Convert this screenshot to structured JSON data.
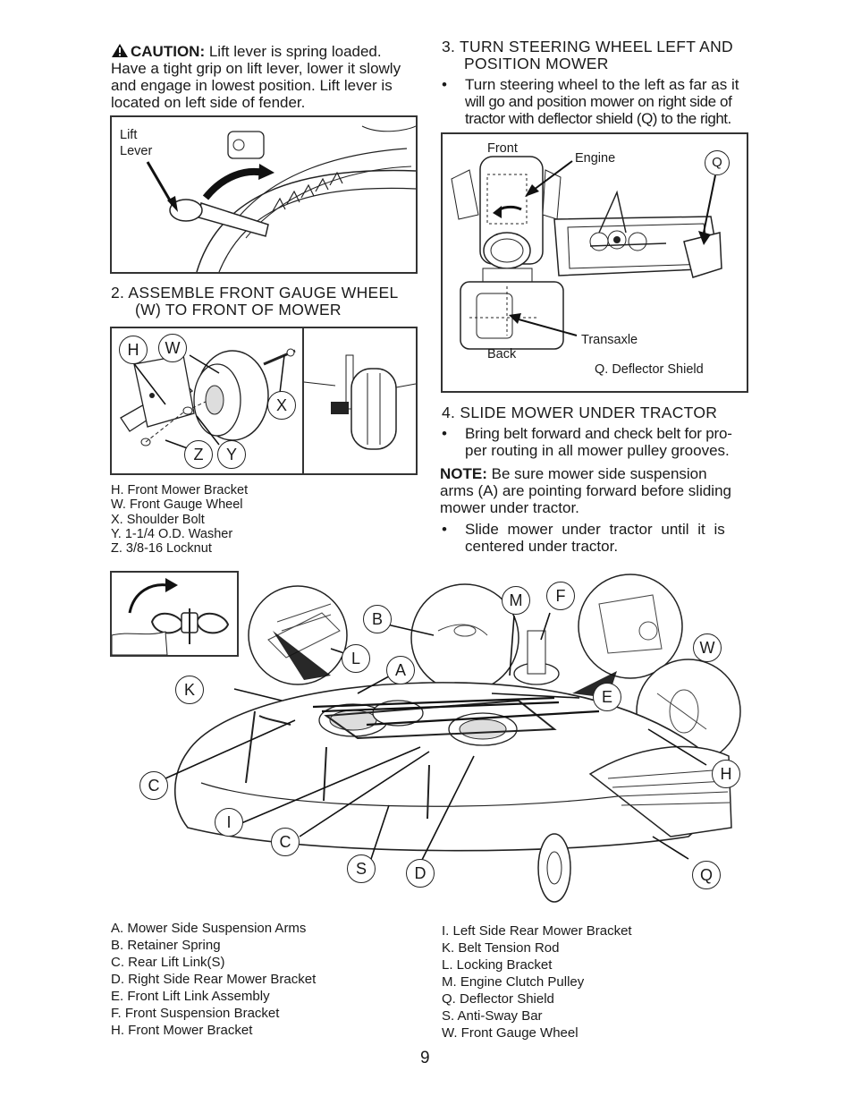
{
  "caution": {
    "label": "CAUTION:",
    "text_1": "Lift lever is spring loaded.",
    "text_2": "Have a tight grip on lift lever, lower it slowly",
    "text_3": "and engage in lowest position. Lift lever is",
    "text_4": "located on left side of fender."
  },
  "fig_lift": {
    "label_1": "Lift",
    "label_2": "Lever"
  },
  "step2": {
    "title_1": "2. ASSEMBLE FRONT GAUGE WHEEL",
    "title_2": "(W) TO FRONT OF MOWER"
  },
  "fig_gauge": {
    "callout_h": "H",
    "callout_w": "W",
    "callout_x": "X",
    "callout_z": "Z",
    "callout_y": "Y"
  },
  "gauge_parts": [
    "H. Front Mower Bracket",
    "W. Front Gauge Wheel",
    "X. Shoulder Bolt",
    "Y. 1-1/4 O.D. Washer",
    "Z. 3/8-16 Locknut"
  ],
  "step3": {
    "title_1": "3. TURN STEERING WHEEL LEFT AND",
    "title_2": "POSITION MOWER",
    "bullet_1": "Turn steering wheel to the left as far as it",
    "bullet_2": "will go and position mower on right side of",
    "bullet_3": "tractor with deflector shield (Q) to the right."
  },
  "fig_tractor": {
    "front": "Front",
    "engine": "Engine",
    "callout_q": "Q",
    "transaxle": "Transaxle",
    "back": "Back",
    "deflector": "Q. Deflector Shield"
  },
  "step4": {
    "title": "4. SLIDE MOWER UNDER TRACTOR",
    "bullet_1a": "Bring belt forward and check belt for pro-",
    "bullet_1b": "per routing in all mower pulley grooves.",
    "note_label": "NOTE:",
    "note_1": "Be sure mower side suspension",
    "note_2": "arms (A) are pointing forward before sliding",
    "note_3": "mower under tractor.",
    "bullet_2a": "Slide mower under tractor until it is",
    "bullet_2b": "centered under tractor."
  },
  "fig_mower": {
    "callouts": [
      "B",
      "M",
      "F",
      "L",
      "A",
      "W",
      "K",
      "E",
      "C",
      "H",
      "I",
      "C",
      "S",
      "D",
      "Q"
    ]
  },
  "legend_left": [
    "A. Mower Side Suspension Arms",
    "B. Retainer Spring",
    "C. Rear Lift Link(S)",
    "D. Right Side Rear Mower Bracket",
    "E. Front Lift Link Assembly",
    "F. Front Suspension Bracket",
    "H. Front Mower Bracket"
  ],
  "legend_right": [
    "I. Left Side Rear Mower Bracket",
    "K. Belt Tension Rod",
    "L. Locking Bracket",
    "M. Engine Clutch Pulley",
    "Q. Deflector Shield",
    "S. Anti-Sway Bar",
    "W. Front Gauge Wheel"
  ],
  "page_number": "9"
}
